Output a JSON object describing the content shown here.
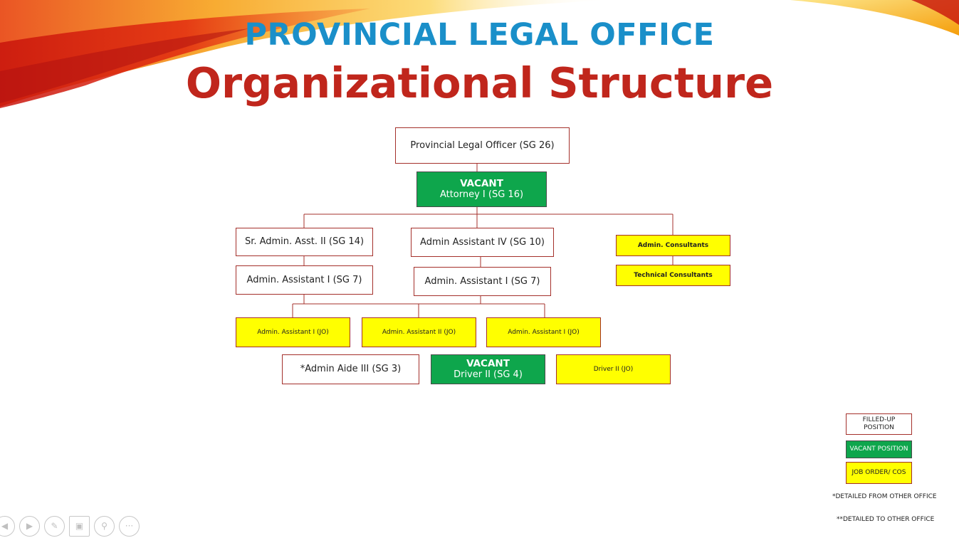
{
  "title": {
    "line1": "PROVINCIAL LEGAL OFFICE",
    "line2": "Organizational Structure"
  },
  "chart": {
    "head": "Provincial Legal Officer (SG 26)",
    "attorney": {
      "status": "VACANT",
      "position": "Attorney I (SG 16)"
    },
    "sr_admin_asst": "Sr. Admin. Asst. II (SG 14)",
    "admin_asst_iv": "Admin Assistant IV (SG 10)",
    "admin_consultants": "Admin. Consultants",
    "technical_consultants": "Technical Consultants",
    "admin_asst_i_left": "Admin. Assistant I (SG 7)",
    "admin_asst_i_center": "Admin. Assistant I (SG 7)",
    "jo_admin_asst_i_left": "Admin. Assistant I (JO)",
    "jo_admin_asst_ii": "Admin. Assistant II (JO)",
    "jo_admin_asst_i_right": "Admin. Assistant I (JO)",
    "admin_aide": "*Admin Aide III (SG 3)",
    "driver": {
      "status": "VACANT",
      "position": "Driver II (SG 4)"
    },
    "jo_driver": "Driver II (JO)"
  },
  "legend": {
    "filled": "FILLED-UP POSITION",
    "vacant": "VACANT POSITION",
    "job_order": "JOB ORDER/ COS",
    "note_from": "*DETAILED FROM OTHER OFFICE",
    "note_to": "**DETAILED TO OTHER OFFICE"
  },
  "colors": {
    "title_blue": "#1a8fc9",
    "title_red": "#c0261c",
    "vacant_green": "#0ea64c",
    "job_order_yellow": "#ffff00",
    "border_red": "#a4302b"
  },
  "nav_icons": [
    "previous-icon",
    "next-icon",
    "pen-icon",
    "slides-icon",
    "zoom-icon",
    "more-icon"
  ]
}
